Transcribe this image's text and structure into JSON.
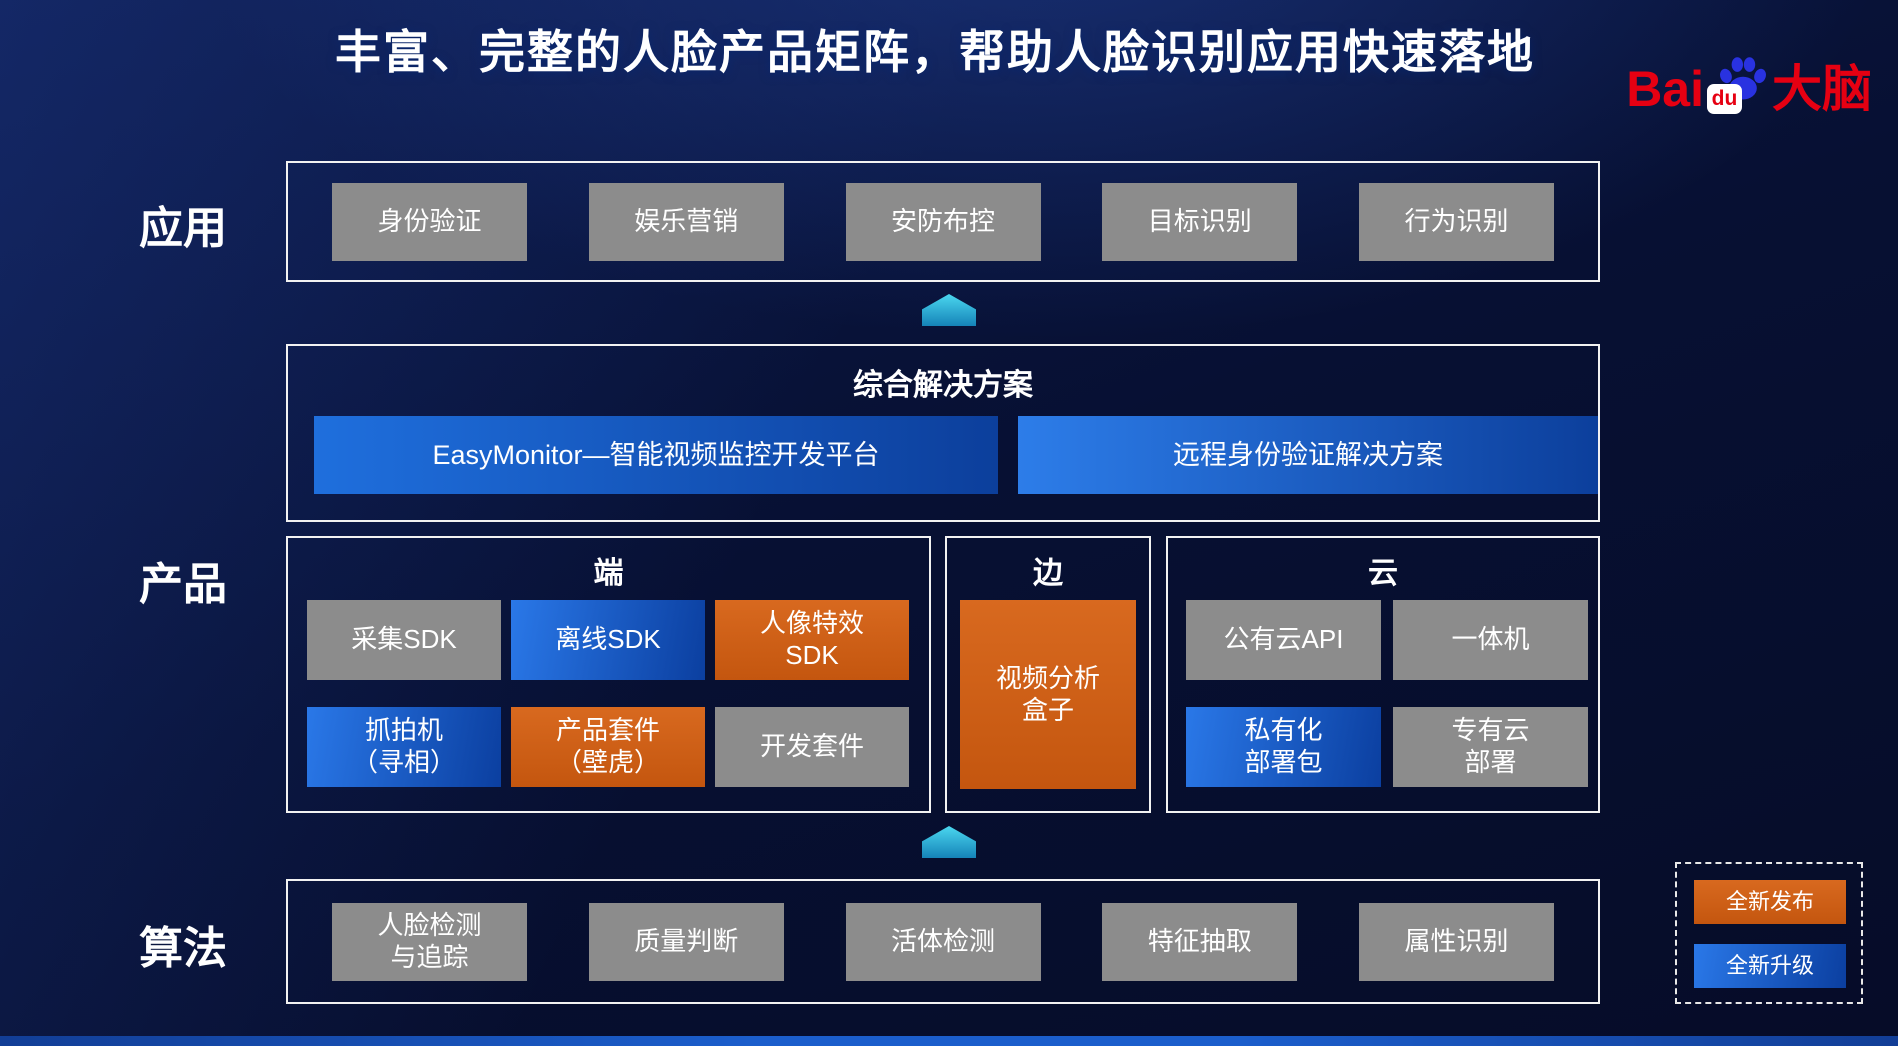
{
  "title": "丰富、完整的人脸产品矩阵，帮助人脸识别应用快速落地",
  "logo": {
    "bai": "Bai",
    "du": "du",
    "suffix": "大脑"
  },
  "application": {
    "label": "应用",
    "items": [
      "身份验证",
      "娱乐营销",
      "安防布控",
      "目标识别",
      "行为识别"
    ]
  },
  "solution": {
    "title": "综合解决方案",
    "buttons": [
      "EasyMonitor—智能视频监控开发平台",
      "远程身份验证解决方案"
    ]
  },
  "product": {
    "label": "产品",
    "groups": [
      {
        "title": "端",
        "items": [
          {
            "label": "采集SDK",
            "status": "default"
          },
          {
            "label": "离线SDK",
            "status": "new-upgrade"
          },
          {
            "label": "人像特效\nSDK",
            "status": "new-release"
          },
          {
            "label": "抓拍机\n（寻相）",
            "status": "new-upgrade"
          },
          {
            "label": "产品套件\n（壁虎）",
            "status": "new-release"
          },
          {
            "label": "开发套件",
            "status": "default"
          }
        ]
      },
      {
        "title": "边",
        "items": [
          {
            "label": "视频分析\n盒子",
            "status": "new-release"
          }
        ]
      },
      {
        "title": "云",
        "items": [
          {
            "label": "公有云API",
            "status": "default"
          },
          {
            "label": "一体机",
            "status": "default"
          },
          {
            "label": "私有化\n部署包",
            "status": "new-upgrade"
          },
          {
            "label": "专有云\n部署",
            "status": "default"
          }
        ]
      }
    ]
  },
  "algorithm": {
    "label": "算法",
    "items": [
      "人脸检测\n与追踪",
      "质量判断",
      "活体检测",
      "特征抽取",
      "属性识别"
    ]
  },
  "legend": {
    "new_release": "全新发布",
    "new_upgrade": "全新升级"
  },
  "colors": {
    "background": "#071033",
    "gray": "#8c8c8c",
    "blue": "#1358c8",
    "orange": "#cf5e16",
    "arrow_cyan": "#3ecbe8",
    "baidu_red": "#e60012",
    "baidu_blue": "#2932e1"
  }
}
